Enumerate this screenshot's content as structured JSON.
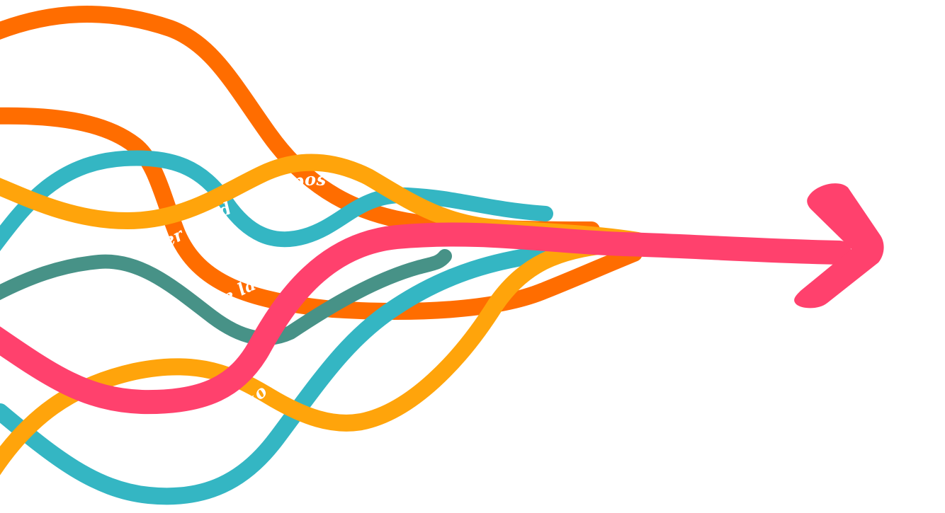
{
  "artwork": {
    "colors": {
      "orange": "#FF6D00",
      "amber": "#FFA40B",
      "teal": "#34B6C3",
      "dark_teal": "#479287",
      "pink": "#FF416D"
    },
    "ribbons": [
      {
        "name": "orange-ribbon-top",
        "color": "orange"
      },
      {
        "name": "orange-ribbon-middle",
        "color": "orange"
      },
      {
        "name": "teal-ribbon-upper",
        "color": "teal"
      },
      {
        "name": "amber-ribbon-upper",
        "color": "amber"
      },
      {
        "name": "dark-teal-ribbon",
        "color": "dark_teal"
      },
      {
        "name": "teal-ribbon-lower",
        "color": "teal"
      },
      {
        "name": "amber-ribbon-lower",
        "color": "amber"
      },
      {
        "name": "pink-arrow-ribbon",
        "color": "pink"
      }
    ],
    "ribbon_text": {
      "text_1": "apos",
      "text_2": "e d",
      "text_3": "er",
      "text_4": "e la",
      "text_5": "e ",
      "text_6": "to"
    }
  }
}
